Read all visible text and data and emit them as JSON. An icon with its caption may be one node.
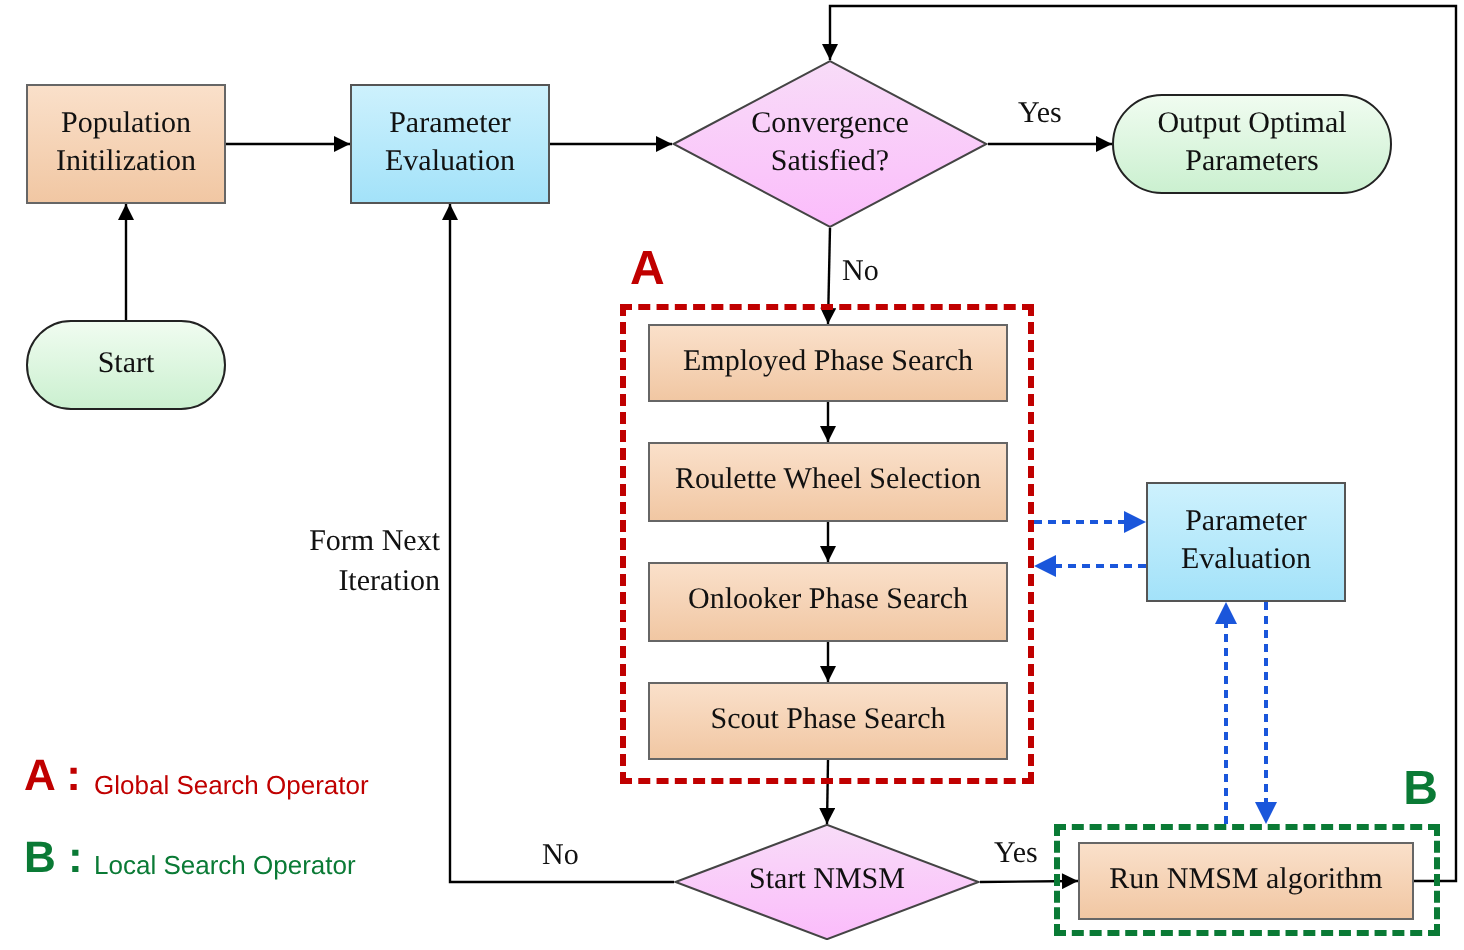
{
  "diagram": {
    "nodes": [
      {
        "text": [
          "Population Initilization"
        ]
      },
      {
        "text": [
          "Parameter Evaluation"
        ]
      },
      {
        "text": [
          "Convergence Satisfied?"
        ]
      },
      {
        "text": [
          "Output Optimal Parameters"
        ]
      },
      {
        "text": [
          "Start"
        ]
      },
      {
        "text": [
          "A"
        ]
      },
      {
        "text": [
          "Employed Phase Search"
        ],
        "in": 5
      },
      {
        "text": [
          "Roulette Wheel Selection"
        ],
        "in": 5
      },
      {
        "text": [
          "Onlooker Phase Search"
        ],
        "in": 5
      },
      {
        "text": [
          "Scout Phase Search"
        ],
        "in": 5
      },
      {
        "text": [
          "Parameter Evaluation"
        ]
      },
      {
        "text": [
          "Start NMSM"
        ]
      },
      {
        "text": [
          "B"
        ]
      },
      {
        "text": [
          "Run NMSM algorithm"
        ],
        "in": 12
      }
    ],
    "edges": [
      {
        "from": 0,
        "to": 1,
        "arrow": "to"
      },
      {
        "from": 1,
        "to": 2,
        "arrow": "to"
      },
      {
        "from": 2,
        "to": 3,
        "arrow": "to",
        "label": "Yes"
      },
      {
        "from": 4,
        "to": 0,
        "arrow": "to"
      },
      {
        "from": 2,
        "to": 6,
        "arrow": "to",
        "label": "No"
      },
      {
        "from": 6,
        "to": 7,
        "arrow": "to"
      },
      {
        "from": 7,
        "to": 8,
        "arrow": "to"
      },
      {
        "from": 8,
        "to": 9,
        "arrow": "to"
      },
      {
        "from": 9,
        "to": 11,
        "arrow": "to"
      },
      {
        "from": 11,
        "to": 13,
        "arrow": "to",
        "label": "Yes"
      },
      {
        "from": 11,
        "to": 1,
        "arrow": "to",
        "label": "No"
      },
      {
        "from": 13,
        "to": 2,
        "arrow": "to"
      },
      {
        "from": 5,
        "to": 10,
        "arrow": "to",
        "style": "dashed",
        "color": "#1a56db"
      },
      {
        "from": 10,
        "to": 5,
        "arrow": "to",
        "style": "dashed",
        "color": "#1a56db"
      },
      {
        "from": 12,
        "to": 10,
        "arrow": "to",
        "style": "dashed",
        "color": "#1a56db"
      },
      {
        "from": 10,
        "to": 12,
        "arrow": "to",
        "style": "dashed",
        "color": "#1a56db"
      }
    ],
    "labels": [
      "Form Next Iteration",
      "A :",
      "Global Search Operator",
      "B :",
      "Local Search Operator"
    ]
  }
}
